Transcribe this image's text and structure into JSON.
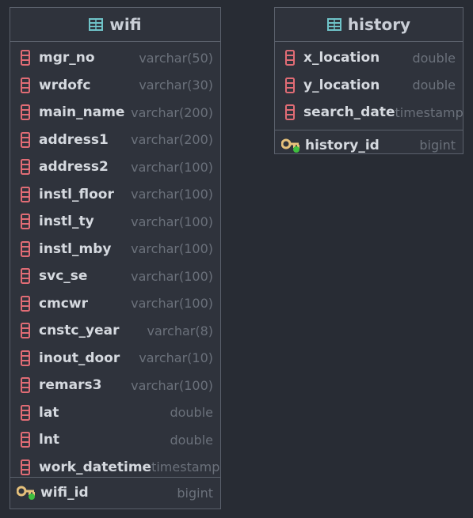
{
  "tables": {
    "wifi": {
      "name": "wifi",
      "columns": [
        {
          "name": "mgr_no",
          "type": "varchar(50)"
        },
        {
          "name": "wrdofc",
          "type": "varchar(30)"
        },
        {
          "name": "main_name",
          "type": "varchar(200)"
        },
        {
          "name": "address1",
          "type": "varchar(200)"
        },
        {
          "name": "address2",
          "type": "varchar(100)"
        },
        {
          "name": "instl_floor",
          "type": "varchar(100)"
        },
        {
          "name": "instl_ty",
          "type": "varchar(100)"
        },
        {
          "name": "instl_mby",
          "type": "varchar(100)"
        },
        {
          "name": "svc_se",
          "type": "varchar(100)"
        },
        {
          "name": "cmcwr",
          "type": "varchar(100)"
        },
        {
          "name": "cnstc_year",
          "type": "varchar(8)"
        },
        {
          "name": "inout_door",
          "type": "varchar(10)"
        },
        {
          "name": "remars3",
          "type": "varchar(100)"
        },
        {
          "name": "lat",
          "type": "double"
        },
        {
          "name": "lnt",
          "type": "double"
        },
        {
          "name": "work_datetime",
          "type": "timestamp"
        }
      ],
      "primary_key": {
        "name": "wifi_id",
        "type": "bigint"
      }
    },
    "history": {
      "name": "history",
      "columns": [
        {
          "name": "x_location",
          "type": "double"
        },
        {
          "name": "y_location",
          "type": "double"
        },
        {
          "name": "search_date",
          "type": "timestamp"
        }
      ],
      "primary_key": {
        "name": "history_id",
        "type": "bigint"
      }
    }
  },
  "colors": {
    "background": "#282c34",
    "table_icon": "#6fc3c8",
    "column_icon": "#e06c75",
    "key_icon": "#e5c07b",
    "key_dot": "#3fbf3f"
  }
}
